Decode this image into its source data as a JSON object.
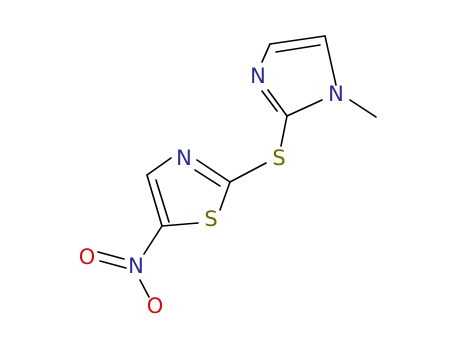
{
  "molecule": {
    "atom_labels": {
      "imidazole_n3": "N",
      "imidazole_n1": "N",
      "thioether_s": "S",
      "thiazole_n": "N",
      "thiazole_s": "S",
      "nitro_n": "N",
      "nitro_o_top": "O",
      "nitro_o_bottom": "O",
      "nitro_plus": "+",
      "nitro_minus": "-"
    },
    "colors": {
      "nitrogen": "#2b2b8f",
      "sulfur": "#6b6b00",
      "oxygen": "#d01010",
      "bond": "#000000"
    }
  }
}
